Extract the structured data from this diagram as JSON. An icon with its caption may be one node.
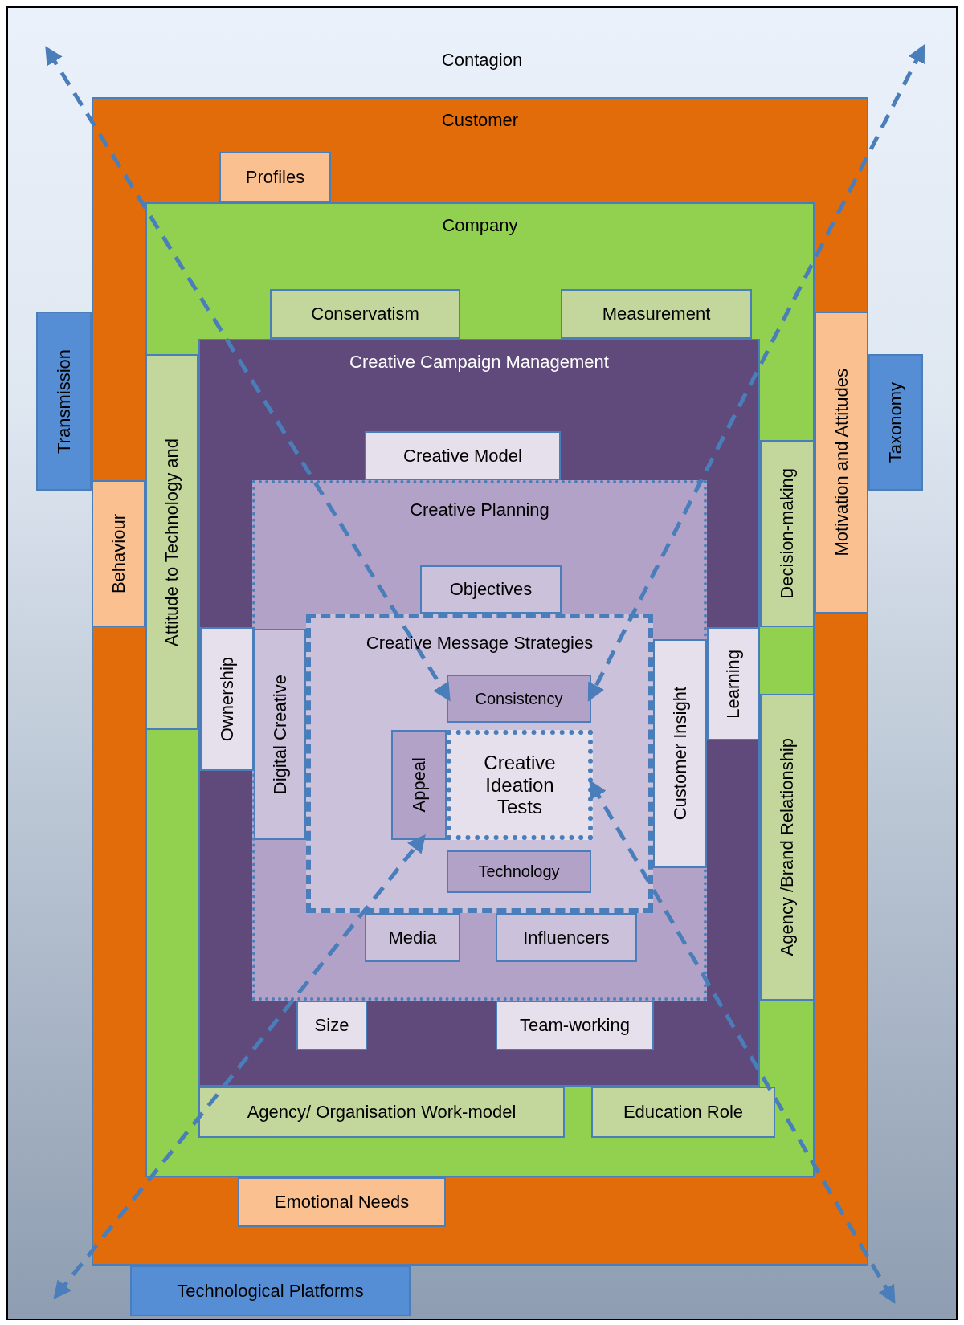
{
  "diagram": {
    "nodes": [
      {
        "text": [
          "Contagion"
        ]
      },
      {
        "text": [
          "Customer"
        ],
        "in": 0
      },
      {
        "text": [
          "Profiles"
        ],
        "in": 1
      },
      {
        "text": [
          "Company"
        ],
        "in": 1
      },
      {
        "text": [
          "Conservatism"
        ],
        "in": 3
      },
      {
        "text": [
          "Measurement"
        ],
        "in": 3
      },
      {
        "text": [
          "Creative Campaign Management"
        ],
        "in": 3
      },
      {
        "text": [
          "Creative Model"
        ],
        "in": 6
      },
      {
        "text": [
          "Creative Planning"
        ],
        "in": 6
      },
      {
        "text": [
          "Objectives"
        ],
        "in": 8
      },
      {
        "text": [
          "Creative Message Strategies"
        ],
        "in": 8
      },
      {
        "text": [
          "Consistency"
        ],
        "in": 10
      },
      {
        "text": [
          "Appeal"
        ],
        "in": 10
      },
      {
        "text": [
          "Creative Ideation Tests"
        ],
        "in": 10
      },
      {
        "text": [
          "Technology"
        ],
        "in": 10
      },
      {
        "text": [
          "Media"
        ],
        "in": 8
      },
      {
        "text": [
          "Influencers"
        ],
        "in": 8
      },
      {
        "text": [
          "Size"
        ],
        "in": 6
      },
      {
        "text": [
          "Team-working"
        ],
        "in": 6
      },
      {
        "text": [
          "Digital Creative"
        ],
        "in": 8
      },
      {
        "text": [
          "Customer Insight"
        ],
        "in": 8
      },
      {
        "text": [
          "Ownership"
        ],
        "in": 6
      },
      {
        "text": [
          "Learning"
        ],
        "in": 6
      },
      {
        "text": [
          "Attitude to Technology and"
        ],
        "in": 3
      },
      {
        "text": [
          "Decision-making"
        ],
        "in": 3
      },
      {
        "text": [
          "Agency /Brand Relationship"
        ],
        "in": 3
      },
      {
        "text": [
          "Agency/ Organisation Work-model"
        ],
        "in": 3
      },
      {
        "text": [
          "Education Role"
        ],
        "in": 3
      },
      {
        "text": [
          "Emotional Needs"
        ],
        "in": 1
      },
      {
        "text": [
          "Behaviour"
        ],
        "in": 1
      },
      {
        "text": [
          "Motivation and Attitudes"
        ],
        "in": 1
      },
      {
        "text": [
          "Transmission"
        ],
        "in": 0
      },
      {
        "text": [
          "Taxonomy"
        ],
        "in": 0
      },
      {
        "text": [
          "Technological Platforms"
        ],
        "in": 0
      }
    ],
    "edges": [
      {
        "from": null,
        "to": 11,
        "arrow": "both",
        "style": "dashed"
      },
      {
        "from": null,
        "to": 11,
        "arrow": "both",
        "style": "dashed"
      },
      {
        "from": null,
        "to": 12,
        "arrow": "both",
        "style": "dashed"
      },
      {
        "from": null,
        "to": 13,
        "arrow": "both",
        "style": "dashed"
      }
    ]
  }
}
